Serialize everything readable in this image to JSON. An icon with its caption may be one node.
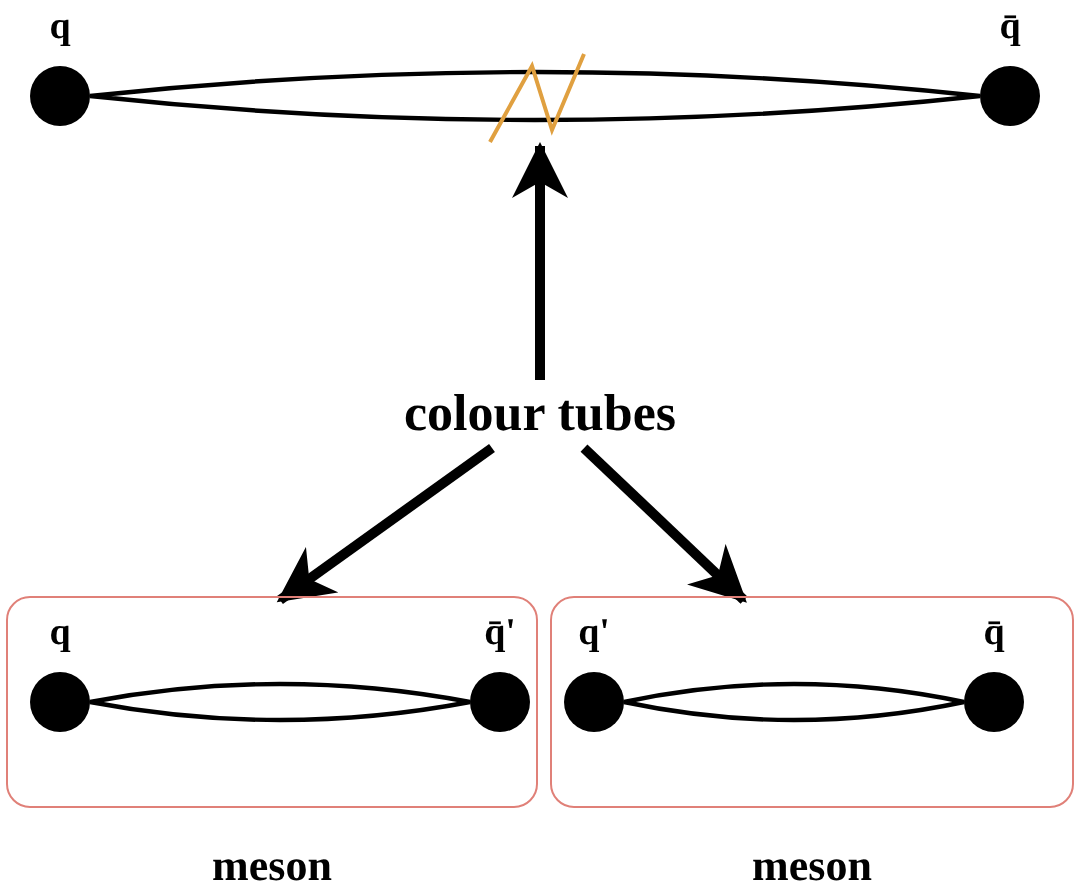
{
  "diagram": {
    "nodes": [
      {
        "text": [
          "q"
        ]
      },
      {
        "text": [
          "q̄"
        ]
      },
      {
        "text": [
          "colour tubes"
        ]
      },
      {
        "text": [
          "meson"
        ]
      },
      {
        "text": [
          "q"
        ],
        "in": 3
      },
      {
        "text": [
          "q̄'"
        ],
        "in": 3
      },
      {
        "text": [
          "meson"
        ]
      },
      {
        "text": [
          "q'"
        ],
        "in": 6
      },
      {
        "text": [
          "q̄"
        ],
        "in": 6
      },
      {
        "text": [],
        "shape": "zigzag"
      }
    ],
    "edges": [
      {
        "from": 0,
        "to": 1,
        "arrow": "none"
      },
      {
        "from": 2,
        "to": 9,
        "arrow": "to"
      },
      {
        "from": 2,
        "to": 3,
        "arrow": "to"
      },
      {
        "from": 2,
        "to": 6,
        "arrow": "to"
      },
      {
        "from": 4,
        "to": 5,
        "arrow": "none"
      },
      {
        "from": 7,
        "to": 8,
        "arrow": "none"
      }
    ]
  }
}
